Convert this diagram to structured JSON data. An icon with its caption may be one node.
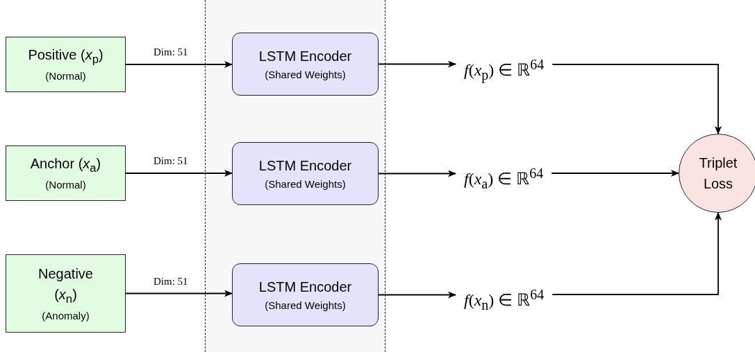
{
  "diagram": {
    "nodes": [
      {
        "text": [
          "Positive (*x*$_{p}$)",
          "(Normal)"
        ]
      },
      {
        "text": [
          "Anchor (*x*$_{a}$)",
          "(Normal)"
        ]
      },
      {
        "text": [
          "Negative (*x*$_{n}$)",
          "(Anomaly)"
        ]
      },
      {
        "text": [],
        "shape": "box"
      },
      {
        "text": [
          "LSTM Encoder",
          "(Shared Weights)"
        ],
        "in": 3
      },
      {
        "text": [
          "LSTM Encoder",
          "(Shared Weights)"
        ],
        "in": 3
      },
      {
        "text": [
          "LSTM Encoder",
          "(Shared Weights)"
        ],
        "in": 3
      },
      {
        "text": [
          "*f*(*x*$_{p}$) ∈ ℝ$^{64}$"
        ]
      },
      {
        "text": [
          "*f*(*x*$_{a}$) ∈ ℝ$^{64}$"
        ]
      },
      {
        "text": [
          "*f*(*x*$_{n}$) ∈ ℝ$^{64}$"
        ]
      },
      {
        "text": [
          "Triplet Loss"
        ]
      }
    ],
    "edges": [
      {
        "from": 0,
        "to": 4,
        "arrow": "to",
        "label": "Dim: 51"
      },
      {
        "from": 1,
        "to": 5,
        "arrow": "to",
        "label": "Dim: 51"
      },
      {
        "from": 2,
        "to": 6,
        "arrow": "to",
        "label": "Dim: 51"
      },
      {
        "from": 4,
        "to": 7,
        "arrow": "to"
      },
      {
        "from": 5,
        "to": 8,
        "arrow": "to"
      },
      {
        "from": 6,
        "to": 9,
        "arrow": "to"
      },
      {
        "from": 7,
        "to": 10,
        "arrow": "to"
      },
      {
        "from": 8,
        "to": 10,
        "arrow": "to"
      },
      {
        "from": 9,
        "to": 10,
        "arrow": "to"
      }
    ]
  }
}
